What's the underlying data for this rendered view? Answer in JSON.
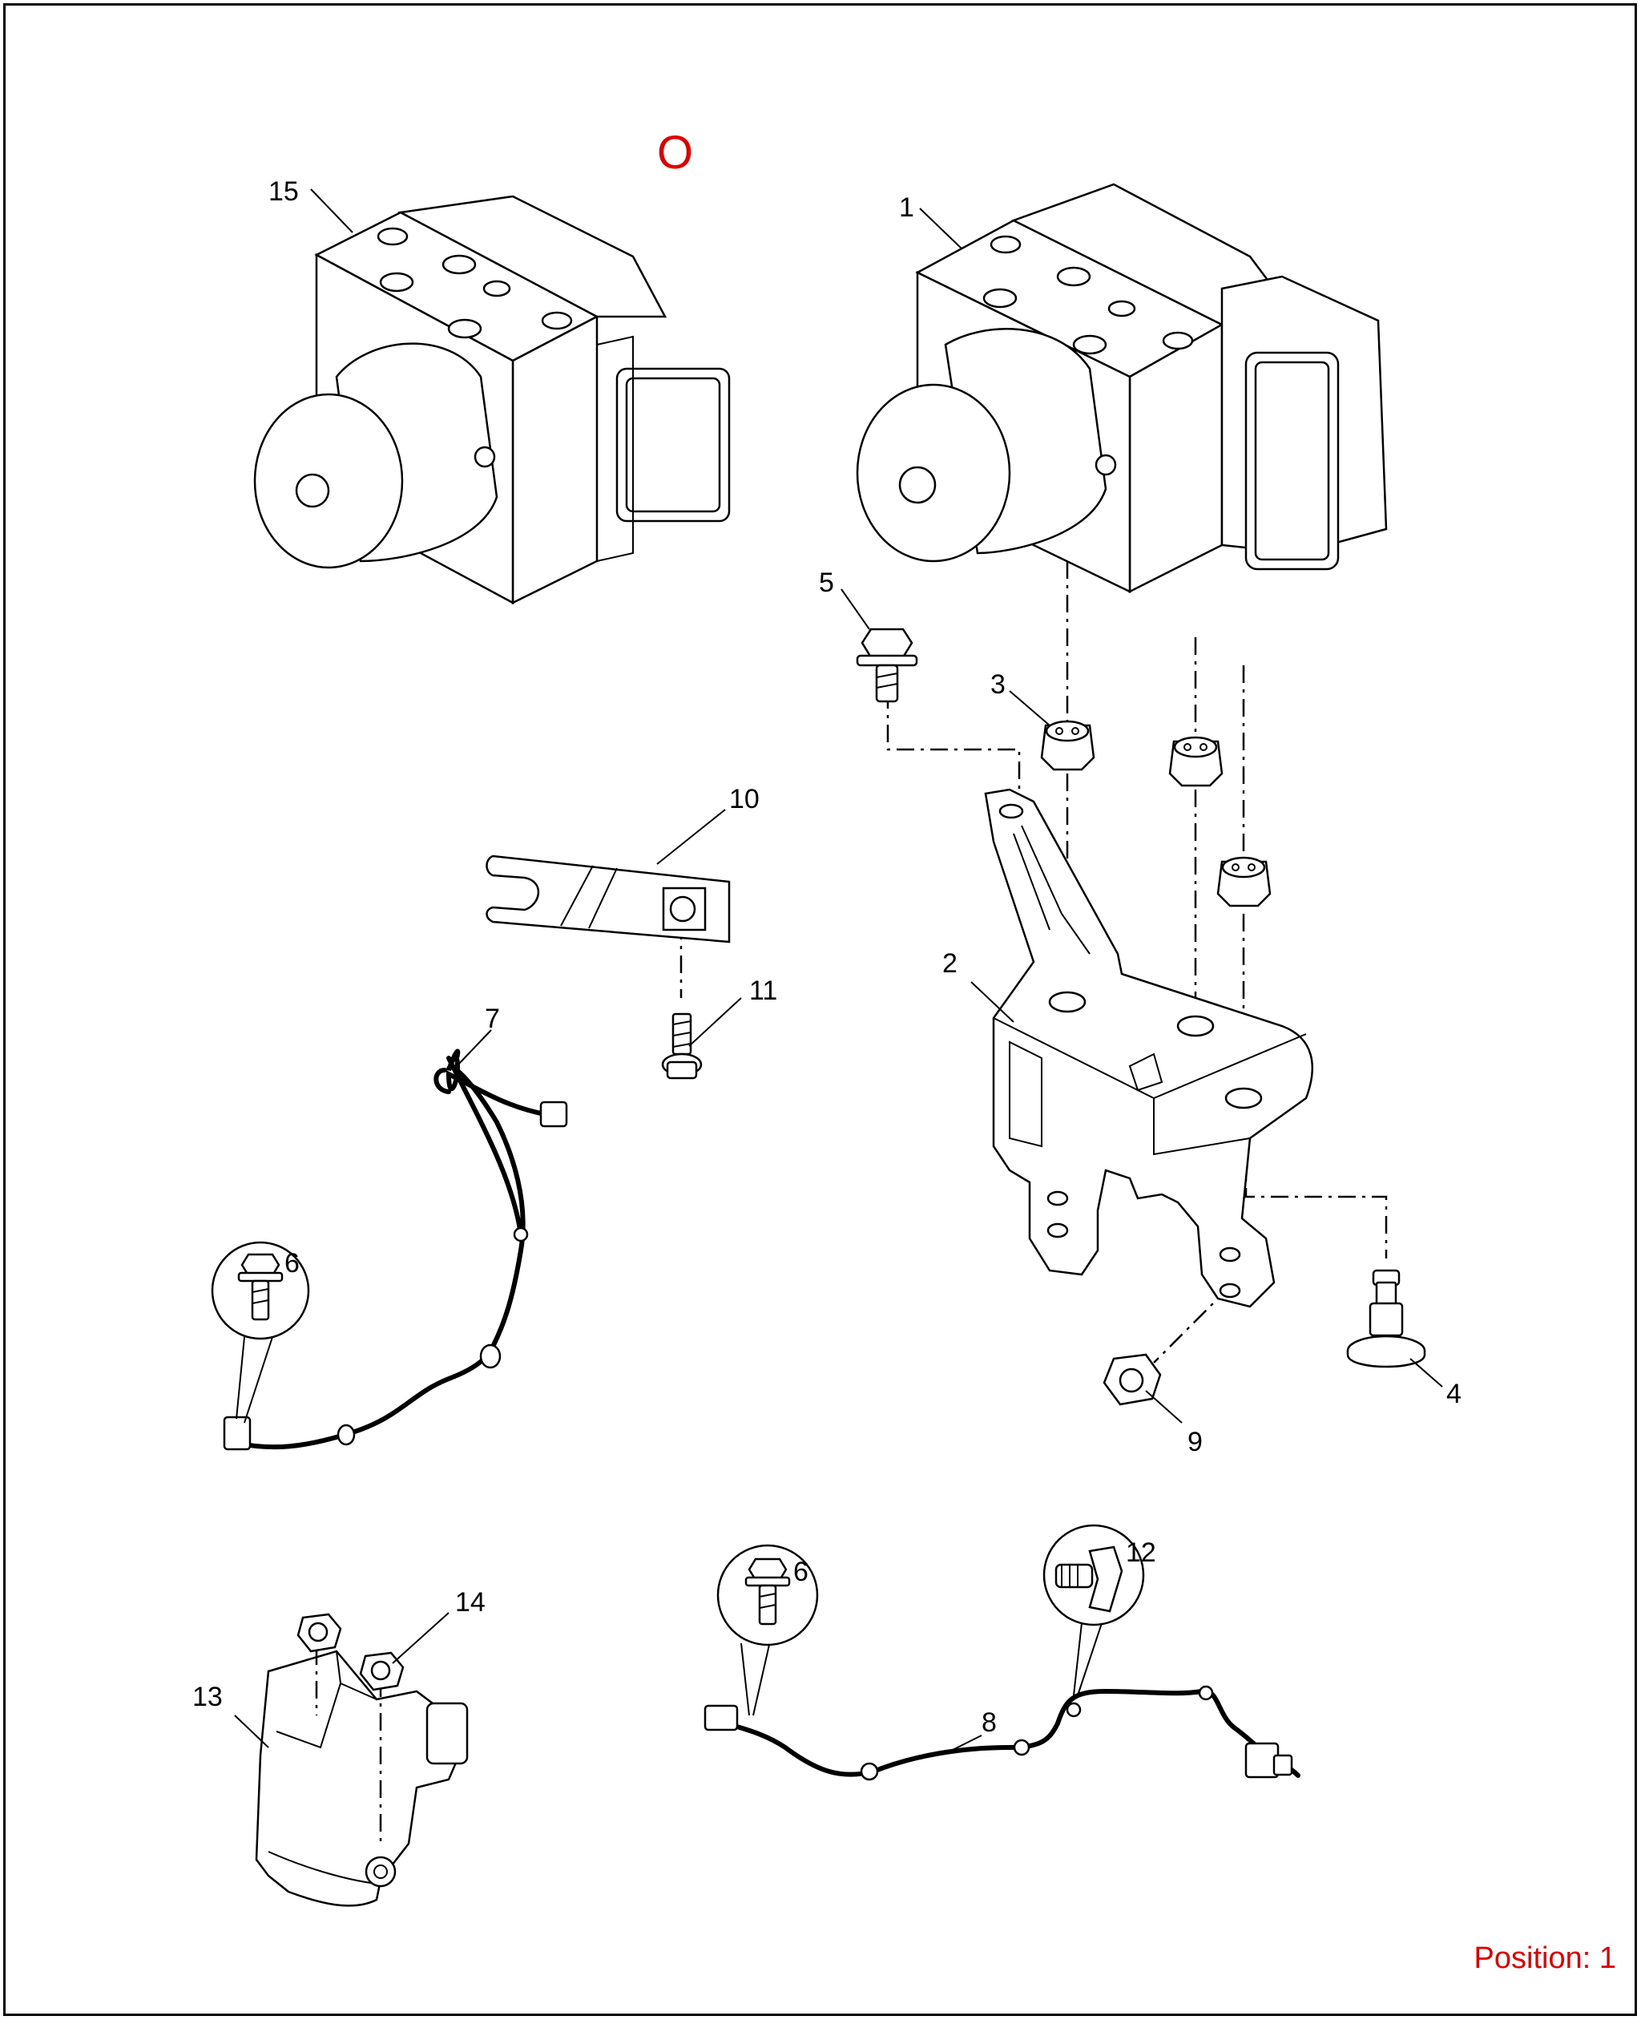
{
  "marker": "O",
  "position_label": "Position: 1",
  "callouts": {
    "c1": "1",
    "c2": "2",
    "c3": "3",
    "c4": "4",
    "c5": "5",
    "c6a": "6",
    "c6b": "6",
    "c7": "7",
    "c8": "8",
    "c9": "9",
    "c10": "10",
    "c11": "11",
    "c12": "12",
    "c13": "13",
    "c14": "14",
    "c15": "15"
  }
}
